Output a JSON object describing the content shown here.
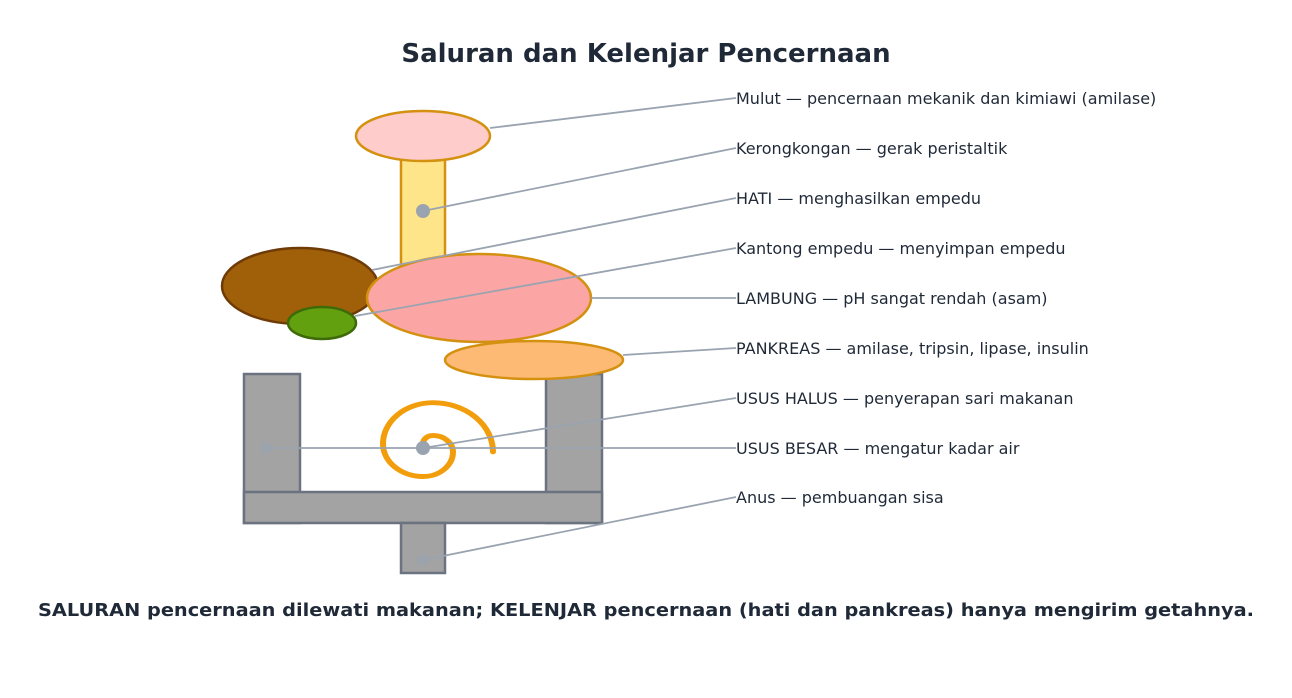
{
  "title": "Saluran dan Kelenjar Pencernaan",
  "labels": [
    {
      "id": "mulut",
      "text": "Mulut — pencernaan mekanik dan kimiawi (amilase)"
    },
    {
      "id": "kerongkongan",
      "text": "Kerongkongan — gerak peristaltik"
    },
    {
      "id": "hati",
      "text": "HATI — menghasilkan empedu"
    },
    {
      "id": "kantong-empedu",
      "text": "Kantong empedu — menyimpan empedu"
    },
    {
      "id": "lambung",
      "text": "LAMBUNG — pH sangat rendah (asam)"
    },
    {
      "id": "pankreas",
      "text": "PANKREAS — amilase, tripsin, lipase, insulin"
    },
    {
      "id": "usus-halus",
      "text": "USUS HALUS — penyerapan sari makanan"
    },
    {
      "id": "usus-besar",
      "text": "USUS BESAR — mengatur kadar air"
    },
    {
      "id": "anus",
      "text": "Anus — pembuangan sisa"
    }
  ],
  "footer": "SALURAN pencernaan dilewati makanan; KELENJAR pencernaan (hati dan pankreas) hanya mengirim getahnya.",
  "colors": {
    "mouth_fill": "#ffcccc",
    "mouth_stroke": "#d4900f",
    "esophagus_fill": "#ffe58a",
    "liver_fill": "#a0600a",
    "liver_stroke": "#6e3a06",
    "gallbladder_fill": "#62a010",
    "gallbladder_stroke": "#3f6a08",
    "stomach_fill": "#fca5a5",
    "pancreas_fill": "#fdba74",
    "intestine_fill": "#a3a3a3",
    "intestine_stroke": "#6b7280",
    "small_intestine_stroke": "#f29e0c",
    "leader_line": "#9aa3b0",
    "text": "#1f2937"
  }
}
